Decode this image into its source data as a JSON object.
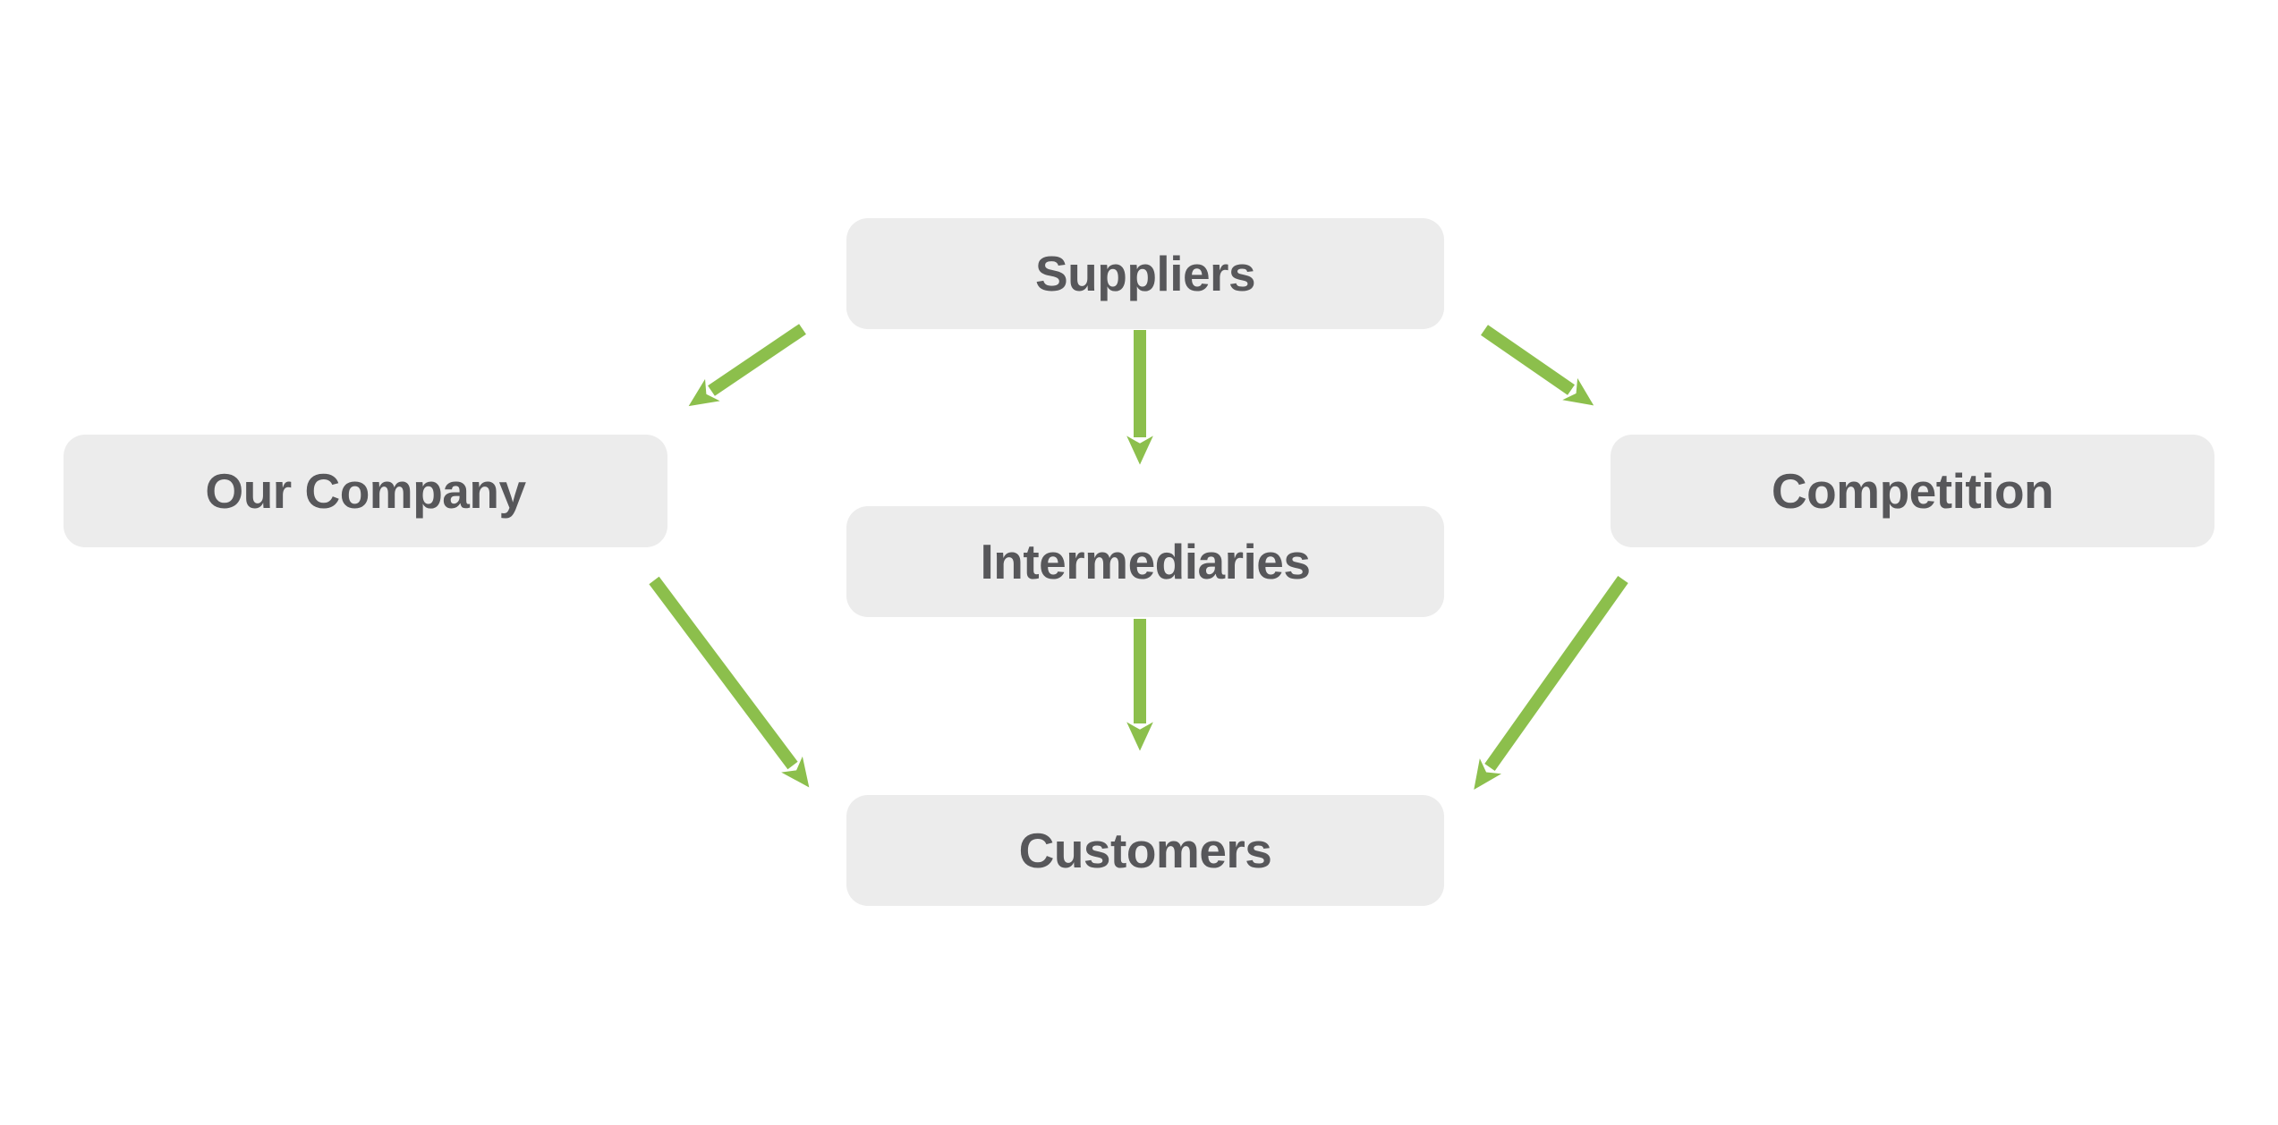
{
  "diagram": {
    "type": "flow-diagram",
    "nodes": [
      {
        "id": "suppliers",
        "label": "Suppliers"
      },
      {
        "id": "our-company",
        "label": "Our Company"
      },
      {
        "id": "intermediaries",
        "label": "Intermediaries"
      },
      {
        "id": "competition",
        "label": "Competition"
      },
      {
        "id": "customers",
        "label": "Customers"
      }
    ],
    "edges": [
      {
        "from": "suppliers",
        "to": "our-company"
      },
      {
        "from": "suppliers",
        "to": "intermediaries"
      },
      {
        "from": "suppliers",
        "to": "competition"
      },
      {
        "from": "our-company",
        "to": "customers"
      },
      {
        "from": "intermediaries",
        "to": "customers"
      },
      {
        "from": "competition",
        "to": "customers"
      }
    ],
    "colors": {
      "background": "#FFFFFF",
      "node_fill": "#ECECEC",
      "node_text": "#57575A",
      "arrow": "#8CBF4C"
    }
  }
}
